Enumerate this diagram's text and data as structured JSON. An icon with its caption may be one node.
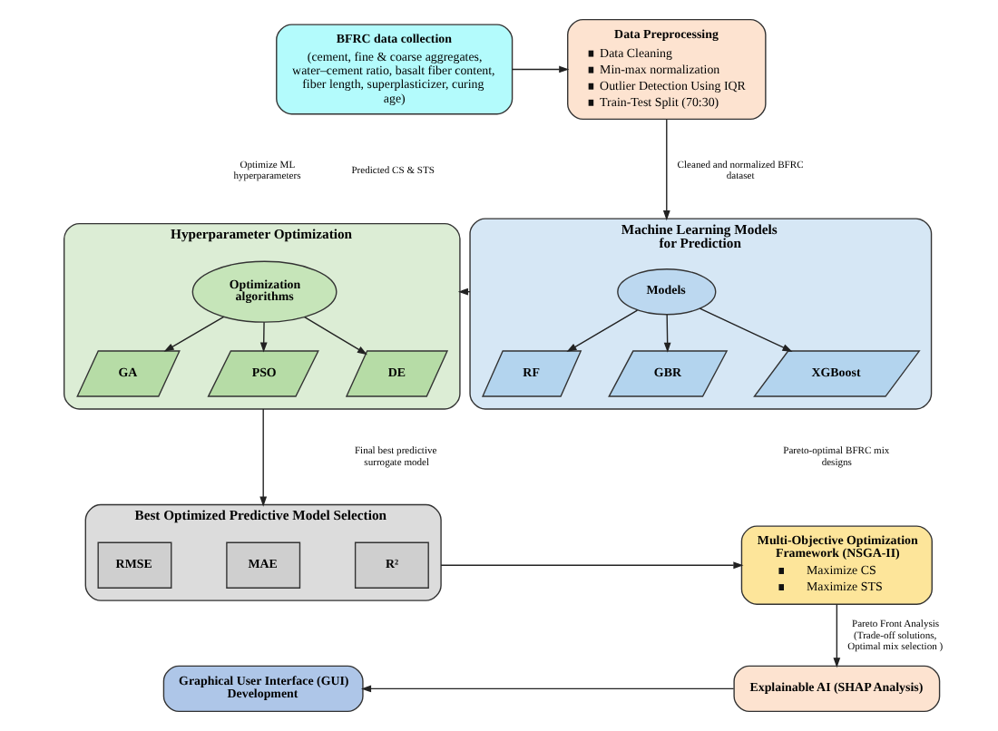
{
  "diagram": {
    "nodes": [
      {
        "text": [
          "BFRC data collection",
          "(cement, fine & coarse aggregates, water–cement ratio, basalt fiber content, fiber length, superplasticizer, curing age)"
        ]
      },
      {
        "text": [
          "Data Preprocessing",
          "Data Cleaning",
          "Min-max normalization",
          "Outlier Detection Using IQR",
          "Train-Test Split (70:30)"
        ]
      },
      {
        "text": [
          "Hyperparameter Optimization"
        ]
      },
      {
        "text": [
          "Optimization algorithms"
        ],
        "in": 2
      },
      {
        "text": [
          "GA"
        ],
        "in": 2
      },
      {
        "text": [
          "PSO"
        ],
        "in": 2
      },
      {
        "text": [
          "DE"
        ],
        "in": 2
      },
      {
        "text": [
          "Machine Learning Models for Prediction"
        ]
      },
      {
        "text": [
          "Models"
        ],
        "in": 7
      },
      {
        "text": [
          "RF"
        ],
        "in": 7
      },
      {
        "text": [
          "GBR"
        ],
        "in": 7
      },
      {
        "text": [
          "XGBoost"
        ],
        "in": 7
      },
      {
        "text": [
          "Best Optimized Predictive Model Selection"
        ]
      },
      {
        "text": [
          "RMSE"
        ],
        "in": 12
      },
      {
        "text": [
          "MAE"
        ],
        "in": 12
      },
      {
        "text": [
          "R²"
        ],
        "in": 12
      },
      {
        "text": [
          "Multi-Objective Optimization Framework (NSGA-II)",
          "Maximize CS",
          "Maximize STS"
        ]
      },
      {
        "text": [
          "Graphical User Interface (GUI) Development"
        ]
      },
      {
        "text": [
          "Explainable AI (SHAP Analysis)"
        ]
      }
    ],
    "edges": [
      {
        "from": 0,
        "to": 1,
        "arrow": "to"
      },
      {
        "from": 1,
        "to": 7,
        "arrow": "to",
        "label": "Cleaned and normalized BFRC dataset"
      },
      {
        "from": 7,
        "to": 2,
        "arrow": "to"
      },
      {
        "from": 3,
        "to": 4,
        "arrow": "to"
      },
      {
        "from": 3,
        "to": 5,
        "arrow": "to"
      },
      {
        "from": 3,
        "to": 6,
        "arrow": "to"
      },
      {
        "from": 8,
        "to": 9,
        "arrow": "to"
      },
      {
        "from": 8,
        "to": 10,
        "arrow": "to"
      },
      {
        "from": 8,
        "to": 11,
        "arrow": "to"
      },
      {
        "from": 2,
        "to": 12,
        "arrow": "to"
      },
      {
        "from": 12,
        "to": 16,
        "arrow": "to"
      },
      {
        "from": 16,
        "to": 18,
        "arrow": "to",
        "label": "Pareto Front Analysis (Trade-off solutions, Optimal mix selection )"
      },
      {
        "from": 18,
        "to": 17,
        "arrow": "to"
      }
    ],
    "labels": [
      "Optimize ML hyperparameters",
      "Predicted CS & STS",
      "Final best predictive surrogate model",
      "Pareto-optimal BFRC mix designs"
    ]
  }
}
